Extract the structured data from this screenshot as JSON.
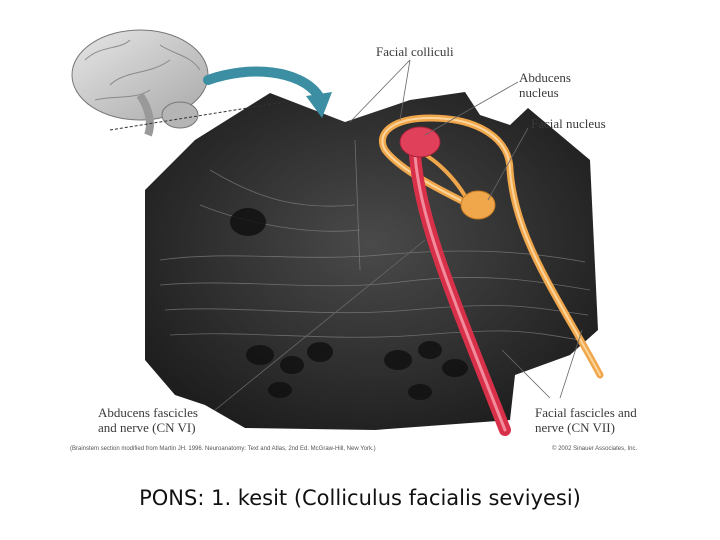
{
  "labels": {
    "facial_colliculi": "Facial colliculi",
    "abducens_nucleus": "Abducens\nnucleus",
    "facial_nucleus": "Facial nucleus",
    "abducens_fascicles": "Abducens fascicles\nand nerve (CN VI)",
    "facial_fascicles": "Facial fascicles and\nnerve (CN VII)"
  },
  "credits": {
    "source": "(Brainstem section modified from Martin JH. 1996. Neuroanatomy: Text and Atlas, 2nd Ed. McGraw-Hill, New York.)",
    "copyright": "© 2002 Sinauer Associates, Inc."
  },
  "caption": "PONS: 1. kesit (Colliculus facialis seviyesi)",
  "colors": {
    "background": "#ffffff",
    "section": "#2b2b2b",
    "facial_nerve": "#f0a64a",
    "abducens_nerve": "#d9304a",
    "arrow": "#3c8fa3"
  }
}
